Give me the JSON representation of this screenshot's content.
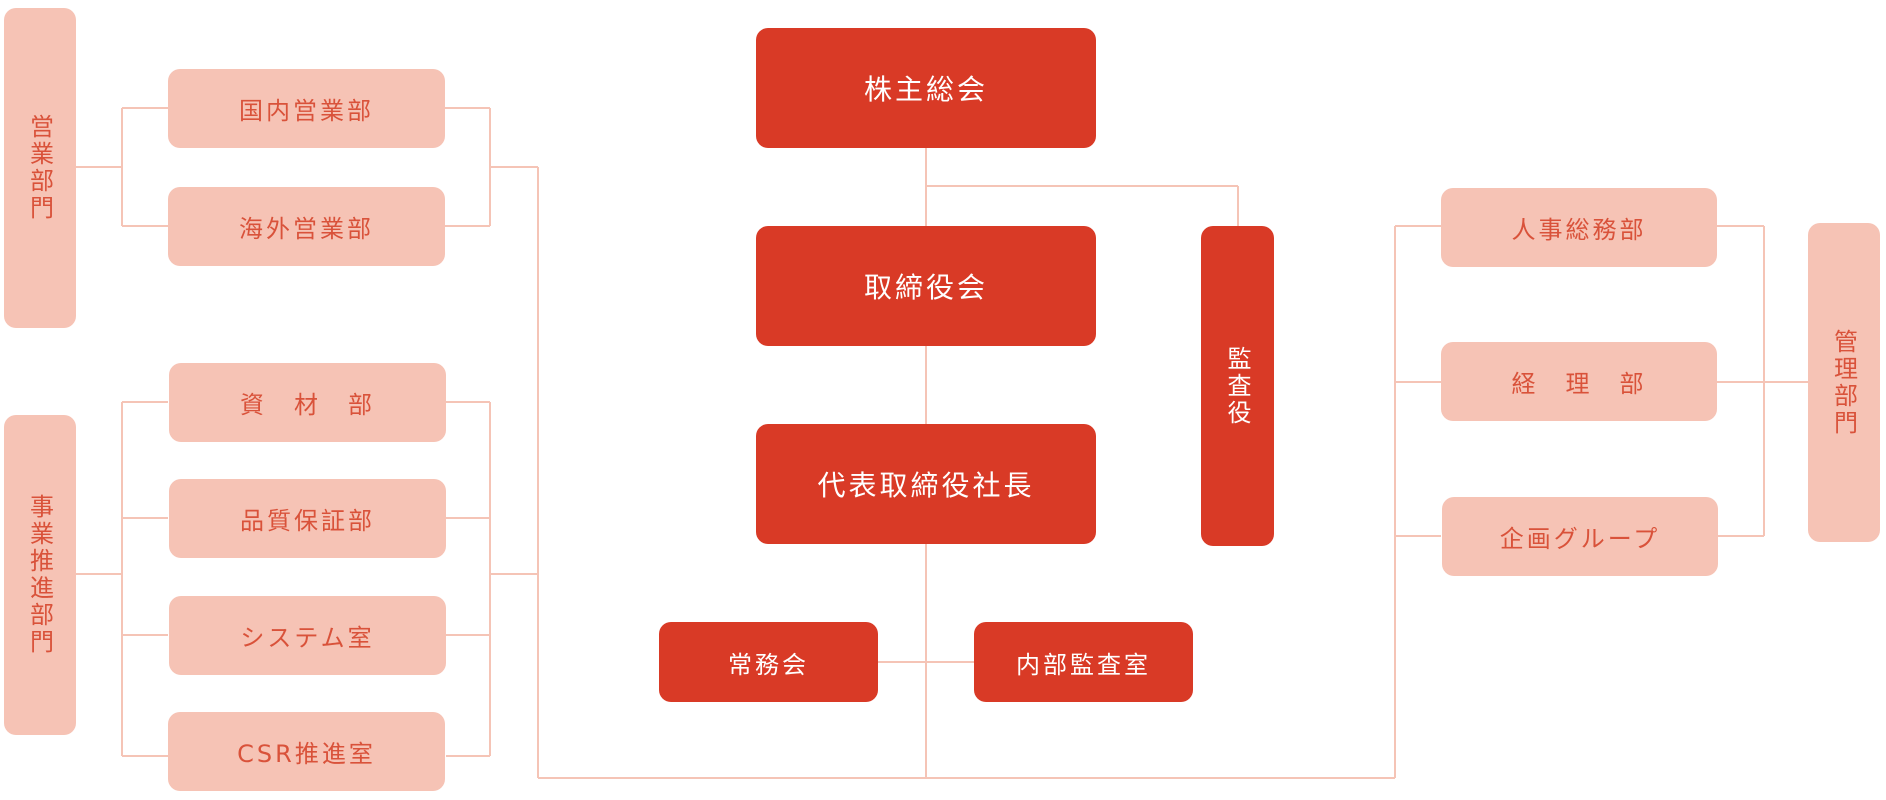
{
  "colors": {
    "primary": "#d93a26",
    "light_fill": "#f6c3b5",
    "light_text": "#d9523a",
    "line": "#f5c4b6"
  },
  "center": {
    "shareholders_meeting": "株主総会",
    "board": "取締役会",
    "president": "代表取締役社長",
    "executive_committee": "常務会",
    "internal_audit": "内部監査室",
    "auditor": "監査役"
  },
  "sales_division": {
    "label": "営業部門",
    "departments": [
      "国内営業部",
      "海外営業部"
    ]
  },
  "business_promotion_division": {
    "label": "事業推進部門",
    "departments": [
      "資　材　部",
      "品質保証部",
      "システム室",
      "CSR推進室"
    ]
  },
  "management_division": {
    "label": "管理部門",
    "departments": [
      "人事総務部",
      "経　理　部",
      "企画グループ"
    ]
  }
}
